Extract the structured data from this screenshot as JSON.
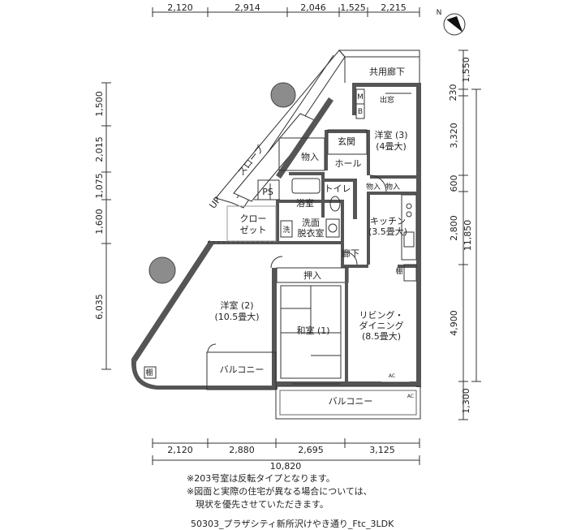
{
  "dimensions": {
    "top": [
      "2,120",
      "2,914",
      "2,046",
      "1,525",
      "2,215"
    ],
    "left": [
      "1,500",
      "2,015",
      "1,075",
      "1,600",
      "6,035"
    ],
    "right_inner": [
      "1,550",
      "230",
      "3,320",
      "600",
      "2,800",
      "4,900",
      "1,300"
    ],
    "right_total": "11,850",
    "bottom": [
      "2,120",
      "2,880",
      "2,695",
      "3,125"
    ],
    "bottom_total": "10,820"
  },
  "rooms": {
    "corridor": "共用廊下",
    "mb_m": "M",
    "mb_b": "B",
    "demado": "出窓",
    "western3_line1": "洋室 (3)",
    "western3_line2": "(4畳大)",
    "genkan": "玄関",
    "storage1": "物入",
    "hall": "ホール",
    "slope": "スロープ",
    "ps": "PS",
    "up": "UP",
    "storage2": "物入",
    "storage3": "物入",
    "toilet": "トイレ",
    "bath": "浴室",
    "wash_line1": "洗面",
    "wash_line2": "脱衣室",
    "washer": "洗",
    "closet_line1": "クロー",
    "closet_line2": "ゼット",
    "kitchen_line1": "キッチン",
    "kitchen_line2": "(3.5畳大)",
    "hallway": "廊下",
    "shelf1": "棚",
    "oshiire": "押入",
    "western2_line1": "洋室 (2)",
    "western2_line2": "(10.5畳大)",
    "washitsu": "和室 (1)",
    "living_line1": "リビング・",
    "living_line2": "ダイニング",
    "living_line3": "(8.5畳大)",
    "balcony_small": "バルコニー",
    "balcony_main": "バルコニー",
    "shelf2": "棚",
    "ac1": "AC",
    "ac2": "AC"
  },
  "notes": [
    "※203号室は反転タイプとなります。",
    "※図面と実際の住宅が異なる場合については、",
    "　現状を優先させていただきます。"
  ],
  "caption": "50303_プラザシティ新所沢けやき通り_Ftc_3LDK"
}
